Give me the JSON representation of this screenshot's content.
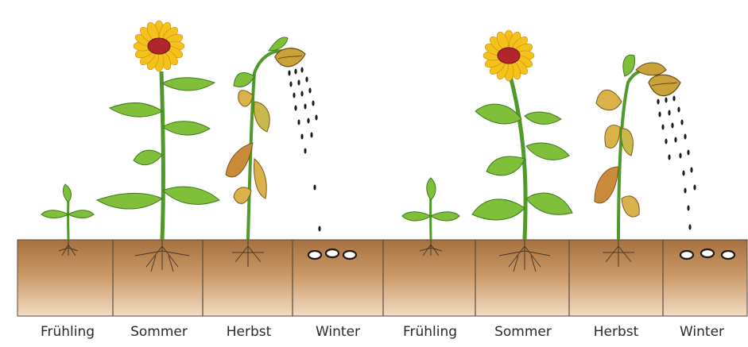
{
  "seasons": [
    {
      "label": "Frühling"
    },
    {
      "label": "Sommer"
    },
    {
      "label": "Herbst"
    },
    {
      "label": "Winter"
    },
    {
      "label": "Frühling"
    },
    {
      "label": "Sommer"
    },
    {
      "label": "Herbst"
    },
    {
      "label": "Winter"
    }
  ],
  "colors": {
    "soil_top": "#a6713f",
    "soil_bottom": "#f0d6b8",
    "leaf_green": "#7fbf3a",
    "leaf_yellow": "#d9b24a",
    "petal": "#f5c21b",
    "flower_center": "#b0262a",
    "stem": "#4f9a2a"
  }
}
